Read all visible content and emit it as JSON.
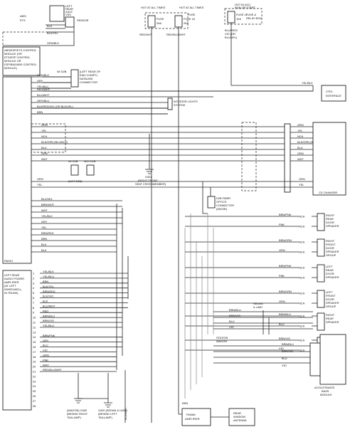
{
  "top": {
    "abs_sensor": [
      "LEFT",
      "REAR",
      "AXLE",
      "VSS",
      "SENSOR"
    ],
    "hot1": "HOT AT ALL TIMES",
    "hot2": "HOT AT ALL TIMES",
    "hot3": [
      "HOT IN ACC,",
      "RUN OR START"
    ],
    "fuse1": [
      "FUSE",
      "25A"
    ],
    "fuse2": [
      "FUSE 18",
      "25A"
    ],
    "fuse3": [
      "FUSE 11",
      "10A"
    ],
    "fuse_box": [
      "FUSE &",
      "RELAY BOX"
    ],
    "fuse_label_left": "FUSE",
    "wire_redwht": "RED/WHT",
    "wire_redblwht": "RED/BLU/WHT",
    "wire_bluredvio": [
      "BLU/RED/",
      "VIO (OR",
      "BLU/VEL)"
    ],
    "abs_ets": [
      "ABS/",
      "ETS"
    ],
    "abs_ctrl": [
      "ABS/ESP/ETS CONTROL",
      "MODULE (OR",
      "ETS/ESP CONTROL",
      "MODULE OR",
      "ESP/BAS/ABS CONTROL",
      "MODULE)"
    ],
    "pin_labels": [
      "BLK",
      "BLK/YEL",
      "GRN/BLK"
    ]
  },
  "datalink": [
    "(LEFT REAR OF",
    "ENG COMPT)",
    "DATALINK",
    "CONNECTOR"
  ],
  "w_tag": "W/ D2B",
  "interior_lights": [
    "INTERIOR LIGHTS",
    "SYSTEM"
  ],
  "ctel": [
    "CTEL",
    "INTERFACE"
  ],
  "ctel_wire": "YEL/BLK",
  "radio": "RADIO",
  "radio_wires_top": [
    "GRN/BLK",
    "GRY",
    "YEL/BLU",
    "RED/WHT",
    "BLU/WHT",
    "GRY/BLU",
    "BLK/RED/VIO (OR BLK/VEL)",
    "BRN"
  ],
  "radio_wires_mid": [
    "GRN",
    "YEL",
    "NCA",
    "BLK/GRN (BLU/BLU)",
    "BLU",
    "GRN",
    "WHT"
  ],
  "w_d2b": [
    "W/ D2B",
    "W/O D2B"
  ],
  "not_d2b": "(NOT D2B)",
  "ground": [
    "G301",
    "(RIGHT FRONT",
    "SEAT CROSSMEMBER)"
  ],
  "radio_wires_cd": [
    "GRN",
    "YEL"
  ],
  "cd_changer": "CD CHANGER",
  "d2b_fiber": [
    "D2B FIBER",
    "OPTICS",
    "CONNECTOR",
    "(W/D2B)"
  ],
  "speaker_wires": [
    "BLU/VEL",
    "BRN/WHT",
    "WHT",
    "YEL/BLK",
    "GRY",
    "YEL",
    "BRN/RED",
    "BRN",
    "BLK",
    "BLK"
  ],
  "speakers": [
    {
      "label": [
        "RIGHT",
        "REAR",
        "DOOR",
        "SPEAKER"
      ],
      "wires": [
        "BRN/PNK",
        "PNK"
      ]
    },
    {
      "label": [
        "RIGHT",
        "FRONT",
        "DOOR",
        "SPEAKER",
        "GROUP"
      ],
      "wires": [
        "BRN/GRN",
        "GRN"
      ]
    },
    {
      "label": [
        "LEFT",
        "REAR",
        "DOOR",
        "SPEAKER"
      ],
      "wires": [
        "BRN/PNK",
        "PNK"
      ]
    },
    {
      "label": [
        "LEFT",
        "FRONT",
        "DOOR",
        "SPEAKER",
        "GROUP"
      ],
      "wires": [
        "BRN/GRN",
        "GRN"
      ]
    },
    {
      "label": [
        "RIGHT",
        "REAR",
        "SPEAKER"
      ],
      "wires": [
        "BRN/BLU",
        "BLU"
      ]
    },
    {
      "label": [
        "LEFT",
        "REAR",
        "SPEAKER"
      ],
      "wires": [
        "BRN/VIO",
        "VIO"
      ]
    }
  ],
  "nca": "NCA",
  "amp": [
    "LEFT REAR",
    "AUDIO POWER",
    "AMPLIFIER",
    "(AT LEFT",
    "WHEELWELL,",
    "IN TRUNK)"
  ],
  "amp_pins": [
    "1",
    "2",
    "3",
    "4",
    "5",
    "6",
    "7",
    "8",
    "9",
    "10",
    "11",
    "12",
    "13",
    "14",
    "15",
    "16",
    "17",
    "18",
    "19",
    "20",
    "21",
    "22",
    "23",
    "24",
    "25",
    "26",
    "27",
    "28"
  ],
  "amp_wires": [
    "YEL/BLK",
    "YEL/BLU",
    "BRN",
    "BLK/YEL",
    "BRN/RED",
    "BLK/VIO",
    "BLK",
    "BLU/WHT",
    "RED",
    "BRN/BLU",
    "BRN/VIO",
    "YEL/BLU",
    "",
    "BRN/PNK",
    "GRY",
    "BLU",
    "VIO",
    "GRN",
    "PNK",
    "WHT",
    "RED/BLU/WHT"
  ],
  "sedan_limo": [
    "SEDAN",
    "& LIMO"
  ],
  "sedan_wires": [
    "BRN/BLU",
    "BRN/VIO",
    "BLU",
    "VIO"
  ],
  "station_wagon": [
    "STATION",
    "WAGON"
  ],
  "wagon_wires": [
    "BRN/BLU",
    "BRN/VIO",
    "BLU",
    "VIO"
  ],
  "bass": [
    "ACOUSTIMASS",
    "BASS",
    "MODULE"
  ],
  "bass_wires": [
    "BRN/BLU",
    "BRN/VIO",
    "BLU",
    "VIO"
  ],
  "bottom": {
    "g400": [
      "(WAGON) G400",
      "(BEHIND RIGHT",
      "TAILLAMP)"
    ],
    "g400b": [
      "G400 (SEDAN & LIMO)",
      "(BEHIND LEFT",
      "TAILLAMP)"
    ],
    "brn": "BRN",
    "blkwht": "BLK/WHT",
    "fmam": [
      "FM/AM",
      "AMPLIFIER"
    ],
    "rear_window": [
      "REAR",
      "WINDOW",
      "ANTENNA"
    ]
  }
}
